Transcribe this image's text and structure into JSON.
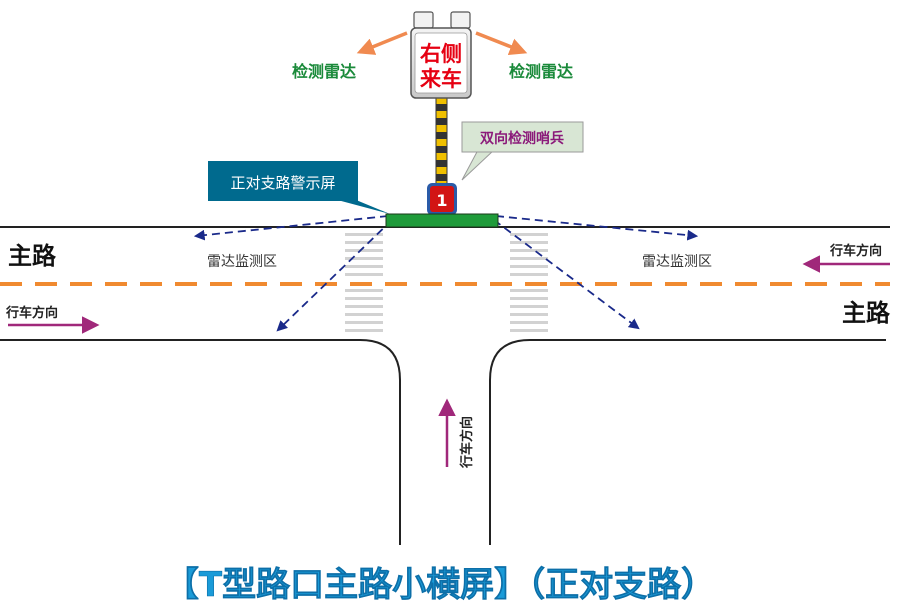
{
  "sign": {
    "line1": "右侧",
    "line2": "来车"
  },
  "radar_label_left": "检测雷达",
  "radar_label_right": "检测雷达",
  "sentinel_label": "双向检测哨兵",
  "screen_label": "正对支路警示屏",
  "sentinel_number": "1",
  "main_road_left": "主路",
  "main_road_right": "主路",
  "monitor_zone_left": "雷达监测区",
  "monitor_zone_right": "雷达监测区",
  "drive_dir_right_lane": "行车方向",
  "drive_dir_left_lane": "行车方向",
  "drive_dir_branch": "行车方向",
  "title": "【T型路口主路小横屏】（正对支路）",
  "colors": {
    "sign_text": "#e60012",
    "label_green": "#1a8a3a",
    "sentinel_purple": "#8b1a7a",
    "screen_callout_bg": "#006a8e",
    "screen_callout_text": "#ffffff",
    "lane_divider": "#f08a30",
    "radar_arrow": "#f08a50",
    "dashed_beam": "#1a2a8a",
    "drive_arrow": "#a0287a",
    "title": "#1a9bd8",
    "screen_bar": "#1f9b3a"
  }
}
